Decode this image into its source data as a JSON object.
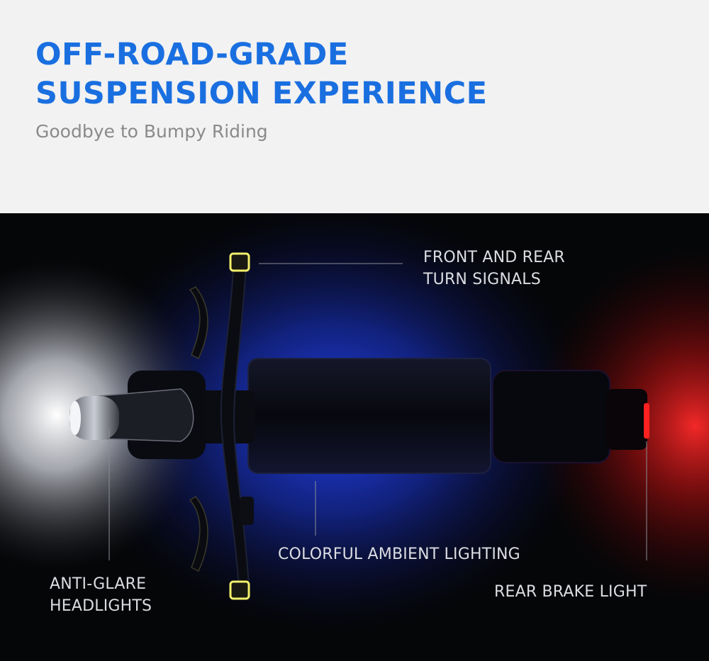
{
  "header": {
    "title": "OFF-ROAD-GRADE\nSUSPENSION EXPERIENCE",
    "subtitle": "Goodbye to Bumpy Riding"
  },
  "callouts": {
    "turn_signals": "FRONT AND REAR\nTURN SIGNALS",
    "ambient_lighting": "COLORFUL AMBIENT LIGHTING",
    "headlights": "ANTI-GLARE\nHEADLIGHTS",
    "brake_light": "REAR BRAKE LIGHT"
  },
  "colors": {
    "title_blue": "#1a6fe0",
    "subtitle_gray": "#8a8a8a",
    "ambient_blue": "#1b3cff",
    "brake_red": "#ff1a1a",
    "signal_yellow": "#f4f06a"
  }
}
